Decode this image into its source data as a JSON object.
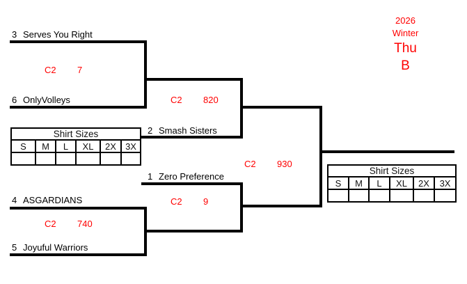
{
  "title": {
    "year": "2026",
    "season": "Winter",
    "day": "Thu",
    "group": "B"
  },
  "teams": [
    {
      "seed": "3",
      "name": "Serves You Right"
    },
    {
      "seed": "6",
      "name": "OnlyVolleys"
    },
    {
      "seed": "2",
      "name": "Smash Sisters"
    },
    {
      "seed": "1",
      "name": "Zero Preference"
    },
    {
      "seed": "4",
      "name": "ASGARDIANS"
    },
    {
      "seed": "5",
      "name": "Joyuful Warriors"
    }
  ],
  "matches": {
    "round1_upper": {
      "court": "C2",
      "time": "7"
    },
    "semi_upper": {
      "court": "C2",
      "time": "820"
    },
    "semi_lower": {
      "court": "C2",
      "time": "9"
    },
    "round1_lower": {
      "court": "C2",
      "time": "740"
    },
    "final": {
      "court": "C2",
      "time": "930"
    }
  },
  "shirt_sizes": {
    "title": "Shirt Sizes",
    "sizes": [
      "S",
      "M",
      "L",
      "XL",
      "2X",
      "3X"
    ]
  },
  "colors": {
    "accent_red": "#ff0000",
    "line_black": "#000000",
    "background": "#ffffff"
  }
}
